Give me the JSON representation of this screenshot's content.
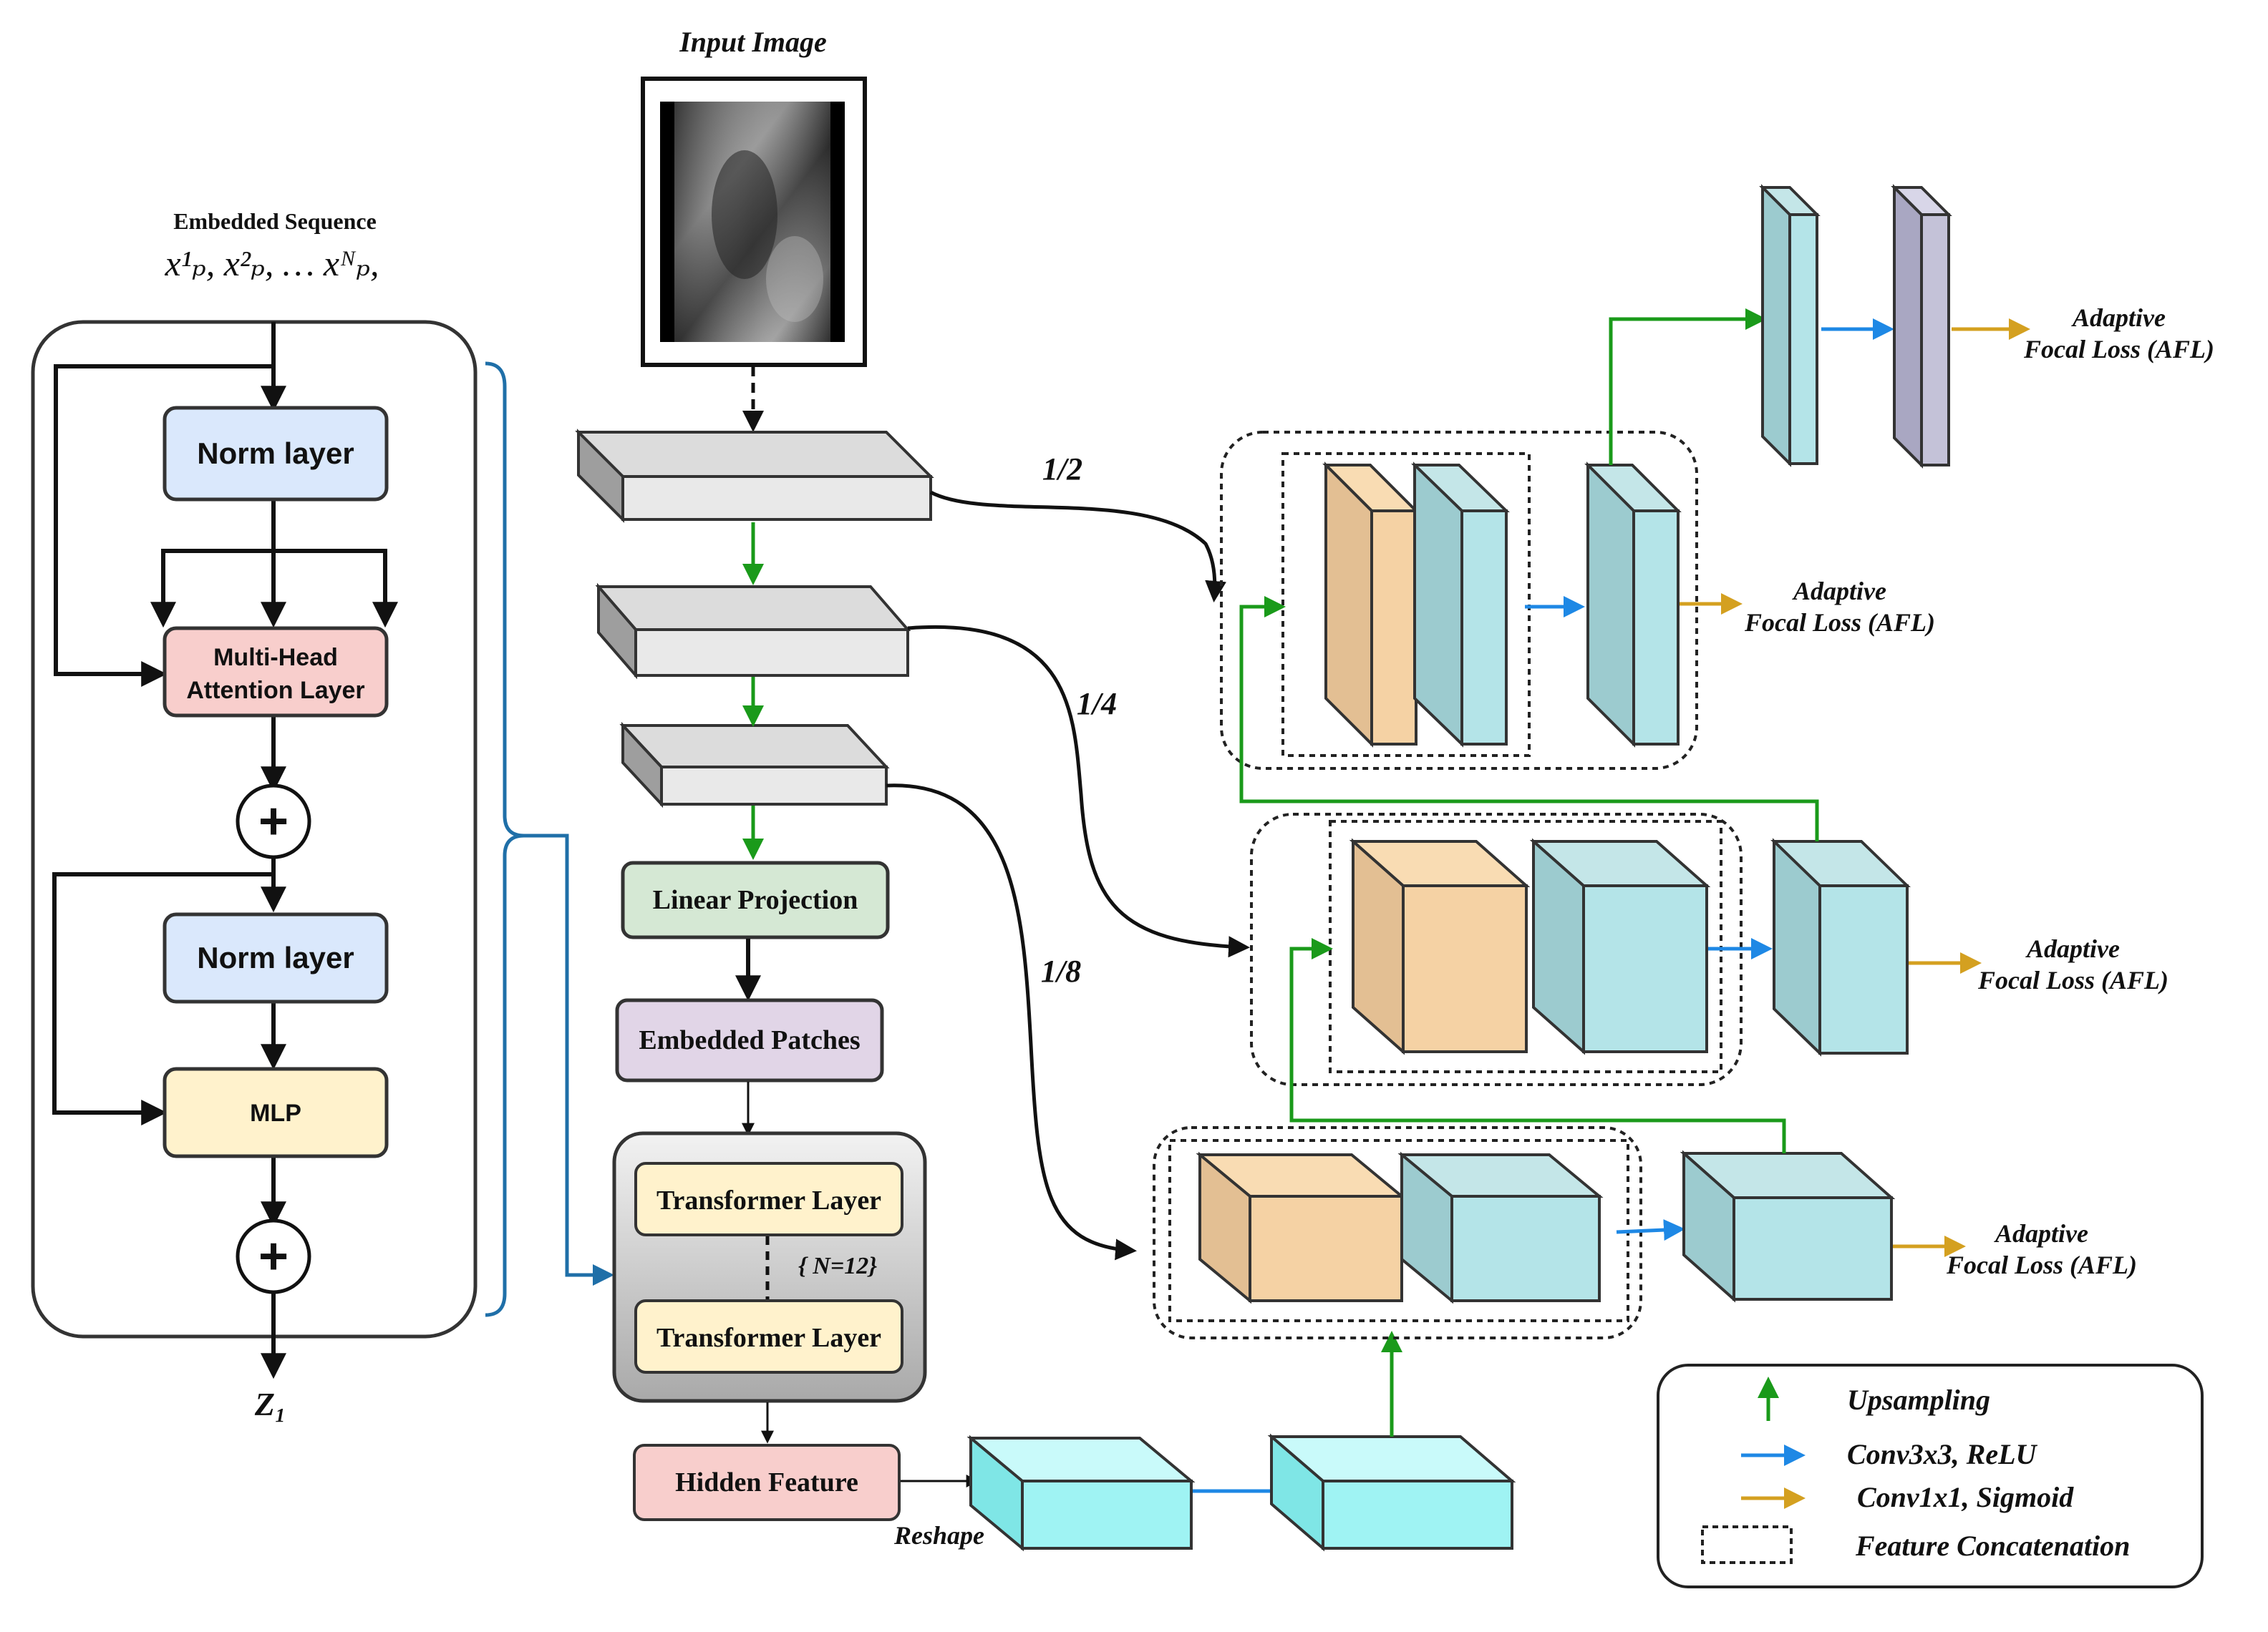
{
  "input": {
    "title": "Input Image"
  },
  "encoder": {
    "embedded_sequence_label": "Embedded Sequence",
    "sequence_formula": "x¹ₚ, x²ₚ, … xᴺₚ,",
    "norm_layer_1": "Norm layer",
    "mha_line1": "Multi-Head",
    "mha_line2": "Attention Layer",
    "norm_layer_2": "Norm layer",
    "mlp": "MLP",
    "plus": "+",
    "output": "Z₁"
  },
  "pipeline": {
    "linear_projection": "Linear Projection",
    "embedded_patches": "Embedded Patches",
    "transformer_layer_top": "Transformer Layer",
    "transformer_repeat": "{ N=12}",
    "transformer_layer_bottom": "Transformer Layer",
    "hidden_feature": "Hidden Feature",
    "reshape": "Reshape"
  },
  "scales": {
    "s1": "1/2",
    "s2": "1/4",
    "s3": "1/8"
  },
  "afl": {
    "line1": "Adaptive",
    "line2": "Focal Loss (AFL)"
  },
  "legend": {
    "upsampling": "Upsampling",
    "conv3": "Conv3x3, ReLU",
    "conv1": "Conv1x1, Sigmoid",
    "concat": "Feature Concatenation"
  },
  "colors": {
    "green_arrow": "#1a9a1a",
    "blue_arrow": "#1e88e5",
    "gold_arrow": "#d4a020",
    "teal_block": "#a8d8dc",
    "orange_block": "#f5d2a4",
    "cyan_block": "#9ff3f3",
    "lavender_block": "#c4c2d8",
    "norm_fill": "#dae8fc",
    "mha_fill": "#f8cecc",
    "mlp_fill": "#fff2cc",
    "lin_fill": "#d5e8d4",
    "emb_fill": "#e1d5e7",
    "bracket_blue": "#1f6fa8"
  }
}
